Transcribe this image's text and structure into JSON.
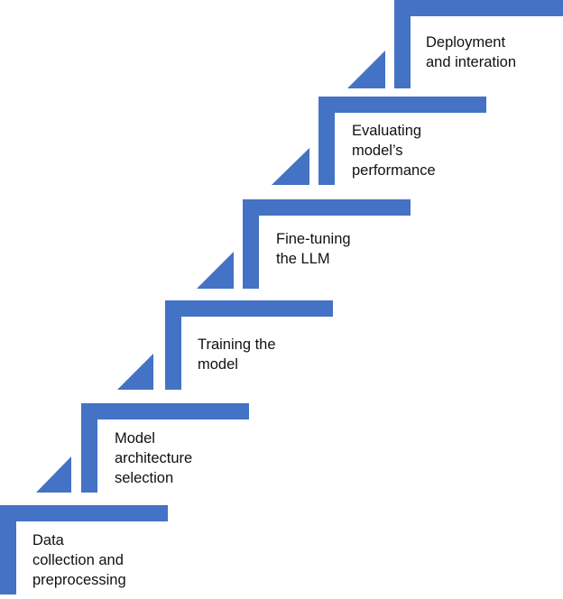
{
  "colors": {
    "stair": "#4472C4",
    "text": "#111111",
    "background": "#ffffff"
  },
  "steps": [
    {
      "lines": [
        "Data",
        "collection and",
        "preprocessing"
      ]
    },
    {
      "lines": [
        "Model",
        "architecture",
        "selection"
      ]
    },
    {
      "lines": [
        "Training the",
        "model"
      ]
    },
    {
      "lines": [
        "Fine-tuning",
        "the LLM"
      ]
    },
    {
      "lines": [
        "Evaluating",
        "model’s",
        "performance"
      ]
    },
    {
      "lines": [
        "Deployment",
        "and interation"
      ]
    }
  ]
}
